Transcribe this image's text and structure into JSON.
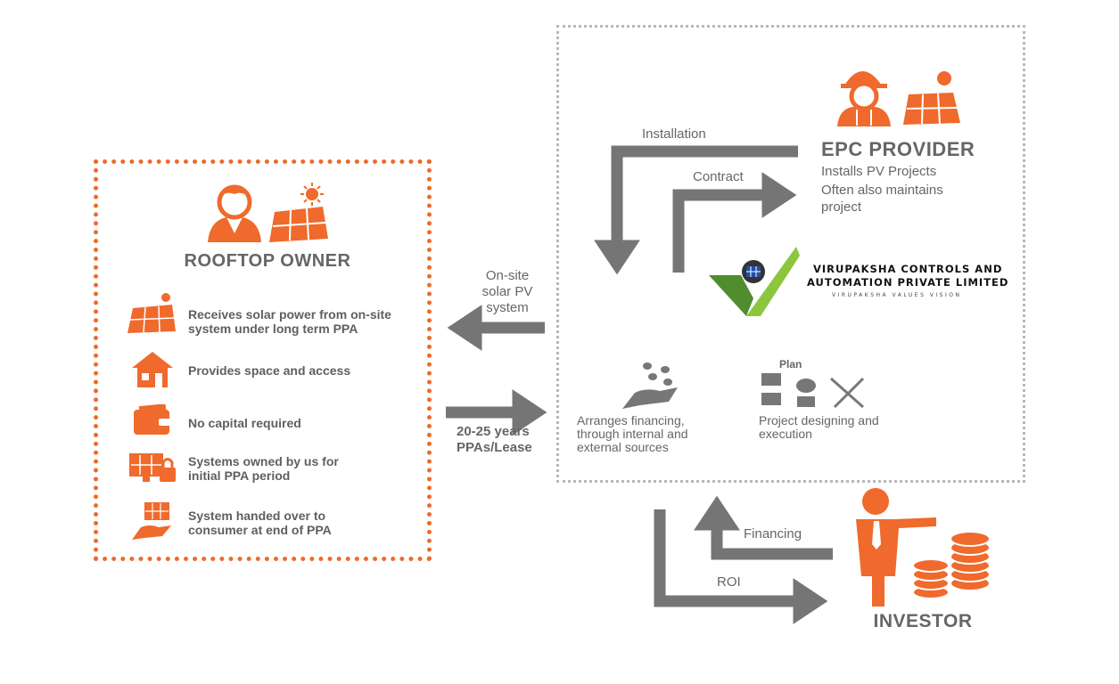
{
  "rooftop_owner": {
    "title": "ROOFTOP OWNER",
    "items": [
      {
        "icon": "solar-panel-icon",
        "text": "Receives solar power from on-site system under long term PPA"
      },
      {
        "icon": "house-icon",
        "text": "Provides space and access"
      },
      {
        "icon": "wallet-icon",
        "text": "No capital required"
      },
      {
        "icon": "locked-monitor-icon",
        "text": "Systems owned by us for initial PPA period"
      },
      {
        "icon": "hand-panel-icon",
        "text": "System handed over to consumer at end of PPA"
      }
    ]
  },
  "epc_provider": {
    "title": "EPC PROVIDER",
    "lines": [
      "Installs PV Projects",
      "Often also maintains project"
    ]
  },
  "investor": {
    "title": "INVESTOR"
  },
  "flow_labels": {
    "installation": "Installation",
    "contract": "Contract",
    "onsite": "On-site solar PV system",
    "ppa": "20-25 years PPAs/Lease",
    "financing": "Financing",
    "roi": "ROI"
  },
  "tasks": {
    "financing": "Arranges financing, through internal and external sources",
    "design": "Project designing and execution",
    "plan_label": "Plan"
  },
  "logo": {
    "name_line1": "VIRUPAKSHA CONTROLS AND",
    "name_line2": "AUTOMATION PRIVATE LIMITED",
    "tagline": "VIRUPAKSHA VALUES VISION"
  },
  "colors": {
    "accent": "#ef6a2c",
    "arrow": "#757575",
    "text": "#666666",
    "logo_green": "#5e9e34"
  }
}
